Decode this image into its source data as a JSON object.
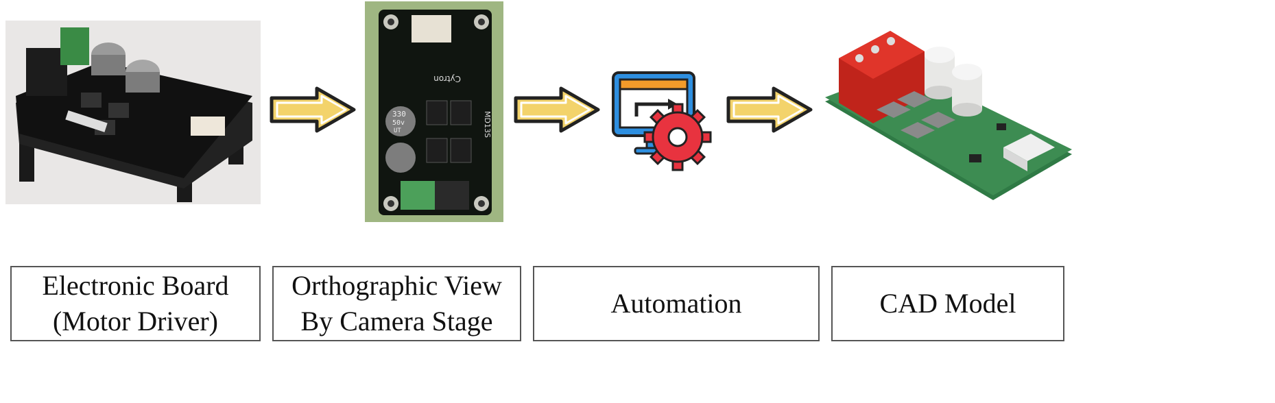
{
  "stages": [
    {
      "id": "board",
      "label_lines": [
        "Electronic Board",
        "(Motor Driver)"
      ],
      "icon": "motor-driver-photo"
    },
    {
      "id": "ortho",
      "label_lines": [
        "Orthographic View",
        "By Camera Stage"
      ],
      "icon": "pcb-top-view-photo"
    },
    {
      "id": "automation",
      "label_lines": [
        "Automation"
      ],
      "icon": "monitor-gear-icon"
    },
    {
      "id": "cad",
      "label_lines": [
        "CAD Model"
      ],
      "icon": "cad-render"
    }
  ],
  "board_markings": {
    "cap_label_1": "330",
    "cap_label_2": "50v",
    "cap_label_3": "UT",
    "part_number": "MD13S",
    "brand": "Cytron"
  },
  "colors": {
    "arrow_fill": "#f3d36b",
    "arrow_stroke": "#222222",
    "gear": "#e8333f",
    "monitor": "#2e8fe0",
    "pcb_green": "#3d8c52",
    "terminal_red": "#d82a1f"
  }
}
